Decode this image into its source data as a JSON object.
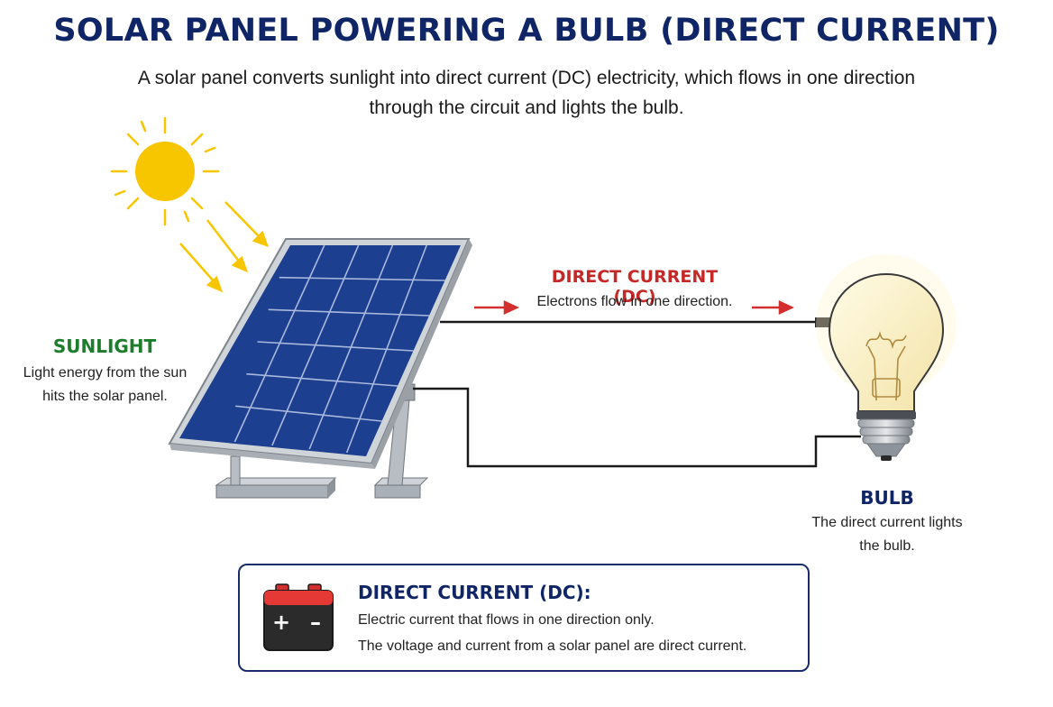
{
  "title": "SOLAR PANEL POWERING A BULB (DIRECT CURRENT)",
  "subtitle": {
    "line1": "A solar panel converts sunlight into direct current (DC) electricity, which flows in one direction",
    "line2": "through the circuit and lights the bulb."
  },
  "sunlight": {
    "title": "SUNLIGHT",
    "desc_line1": "Light energy from the sun",
    "desc_line2": "hits the solar panel."
  },
  "current": {
    "title": "DIRECT CURRENT (DC)",
    "desc": "Electrons flow in one direction."
  },
  "bulb": {
    "title": "BULB",
    "desc_line1": "The direct current lights",
    "desc_line2": "the bulb."
  },
  "info_box": {
    "title": "DIRECT CURRENT (DC):",
    "line1": "Electric current that flows in one direction only.",
    "line2": "The voltage and current from a solar panel are direct current.",
    "battery_plus": "+",
    "battery_minus": "–"
  },
  "colors": {
    "title": "#0f2566",
    "sunlight": "#1e7d2c",
    "current": "#c62828",
    "sun": "#f7c600",
    "panel": "#1d3f8f",
    "box_border": "#1a2d6b"
  },
  "icons": [
    "sun-icon",
    "solar-panel-icon",
    "light-bulb-icon",
    "battery-icon",
    "current-arrow-icon"
  ]
}
